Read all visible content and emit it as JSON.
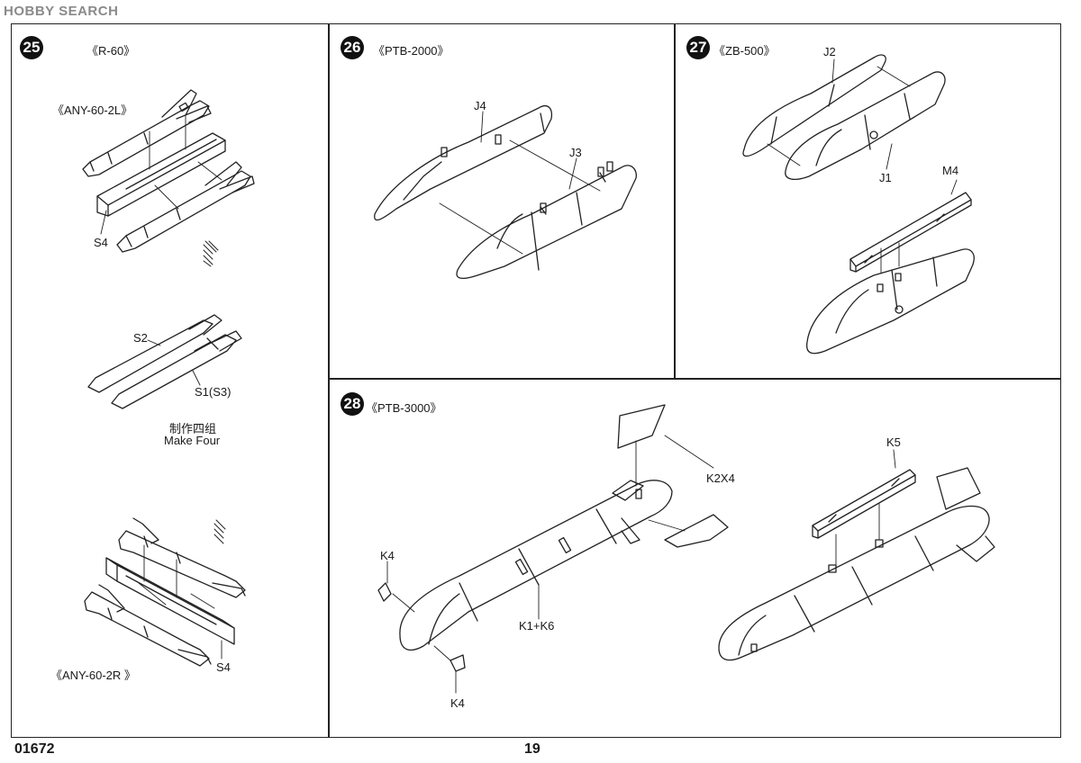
{
  "header": {
    "watermark": "HOBBY SEARCH"
  },
  "panels": [
    {
      "step": "25",
      "title": "《R-60》"
    },
    {
      "step": "26",
      "title": "《PTB-2000》"
    },
    {
      "step": "27",
      "title": "《ZB-500》"
    },
    {
      "step": "28",
      "title": "《PTB-3000》"
    }
  ],
  "panel25": {
    "rail_left": "《ANY-60-2L》",
    "rail_right": "《ANY-60-2R 》",
    "part_s4_top": "S4",
    "part_s4_bottom": "S4",
    "part_s2": "S2",
    "part_s1": "S1(S3)",
    "note_cn": "制作四组",
    "note_en": "Make Four"
  },
  "panel26": {
    "part_j4": "J4",
    "part_j3": "J3"
  },
  "panel27": {
    "part_j2": "J2",
    "part_j1": "J1",
    "part_m4": "M4"
  },
  "panel28": {
    "part_k4_top": "K4",
    "part_k4_bottom": "K4",
    "part_k1k6": "K1+K6",
    "part_k2x4": "K2X4",
    "part_k5": "K5"
  },
  "footer": {
    "code": "01672",
    "page": "19"
  }
}
